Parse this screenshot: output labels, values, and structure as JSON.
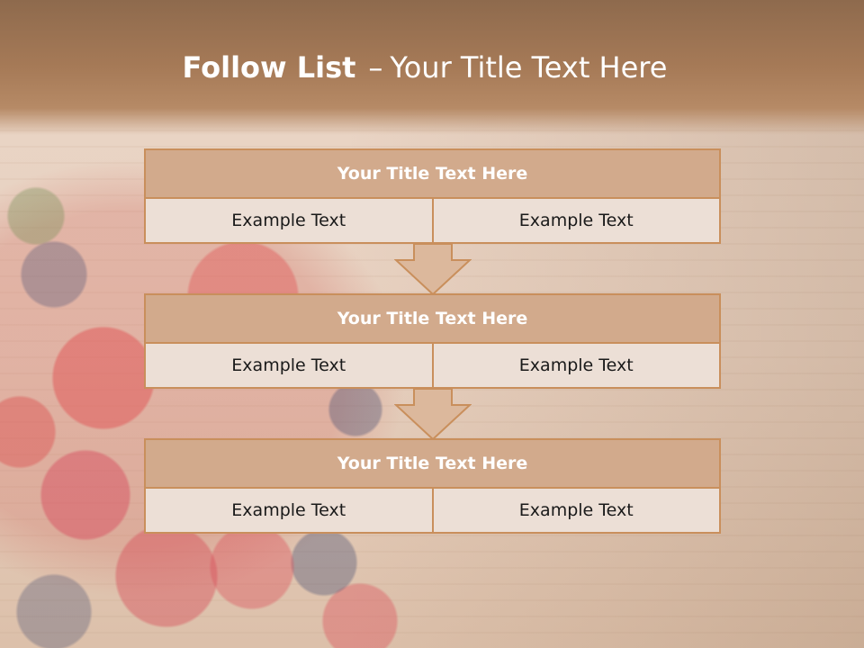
{
  "slide": {
    "title_bold": "Follow List",
    "title_dash": "–",
    "title_rest": "Your Title Text Here"
  },
  "blocks": [
    {
      "title": "Your Title Text Here",
      "left_text": "Example Text",
      "right_text": "Example Text"
    },
    {
      "title": "Your Title Text Here",
      "left_text": "Example Text",
      "right_text": "Example Text"
    },
    {
      "title": "Your Title Text Here",
      "left_text": "Example Text",
      "right_text": "Example Text"
    }
  ],
  "colors": {
    "header_fill": "#d2aa8c",
    "cell_fill": "#ecdfd6",
    "border": "#c98f5c",
    "arrow_fill": "#dcb89c"
  },
  "icons": [
    "arrow-down-icon",
    "arrow-down-icon"
  ]
}
